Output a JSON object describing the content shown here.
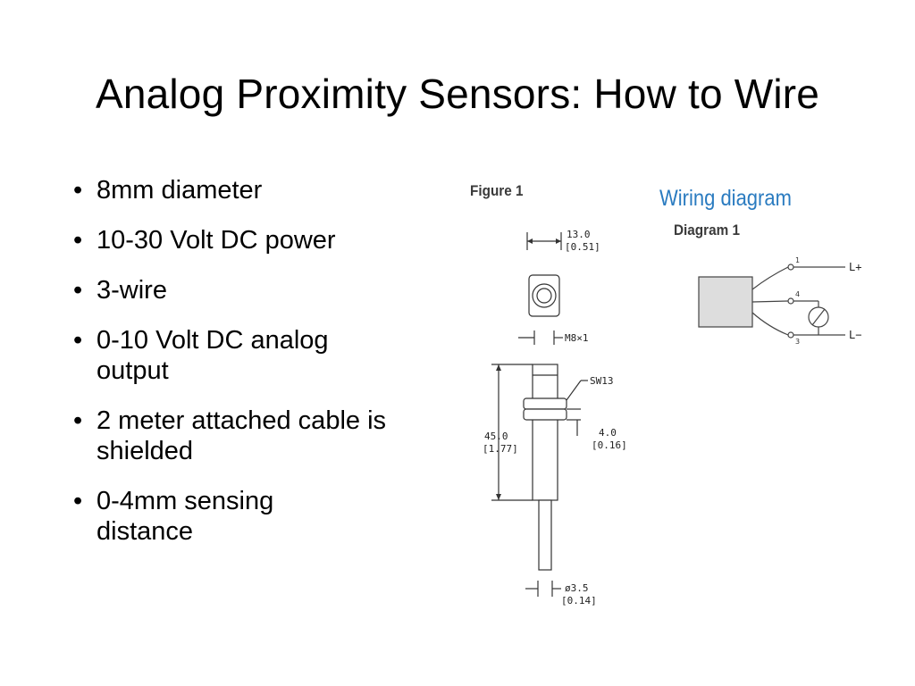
{
  "slide": {
    "title": "Analog Proximity Sensors: How to Wire",
    "bullets": [
      "8mm diameter",
      "10-30 Volt DC power",
      "3-wire",
      "0-10 Volt DC analog output",
      "2 meter attached cable is shielded",
      "0-4mm sensing distance"
    ]
  },
  "figure": {
    "label": "Figure 1",
    "dims": {
      "width_mm": "13.0",
      "width_in": "[0.51]",
      "thread": "M8×1",
      "wrench": "SW13",
      "nut_mm": "4.0",
      "nut_in": "[0.16]",
      "length_mm": "45.0",
      "length_in": "[1.77]",
      "cable_mm": "ø3.5",
      "cable_in": "[0.14]"
    }
  },
  "wiring": {
    "title": "Wiring diagram",
    "diagram_label": "Diagram 1",
    "pins": [
      "1",
      "4",
      "3"
    ],
    "terminals": [
      "L+",
      "L−"
    ]
  }
}
